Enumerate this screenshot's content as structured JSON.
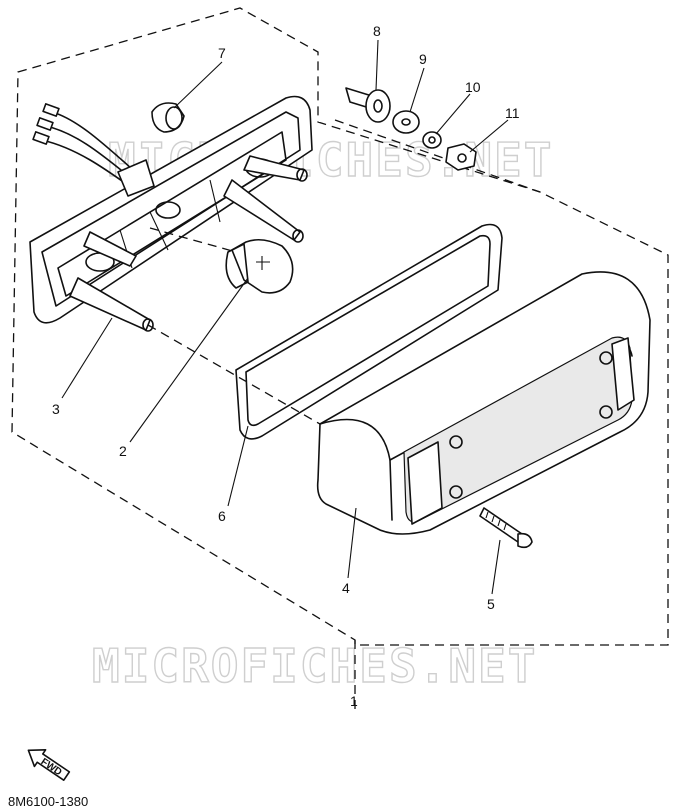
{
  "diagram": {
    "callouts": [
      {
        "id": "1",
        "label": "1"
      },
      {
        "id": "2",
        "label": "2"
      },
      {
        "id": "3",
        "label": "3"
      },
      {
        "id": "4",
        "label": "4"
      },
      {
        "id": "5",
        "label": "5"
      },
      {
        "id": "6",
        "label": "6"
      },
      {
        "id": "7",
        "label": "7"
      },
      {
        "id": "8",
        "label": "8"
      },
      {
        "id": "9",
        "label": "9"
      },
      {
        "id": "10",
        "label": "10"
      },
      {
        "id": "11",
        "label": "11"
      }
    ],
    "watermark": "MICROFICHES.NET",
    "fwd_label": "FWD",
    "part_code": "8M6100-1380"
  }
}
